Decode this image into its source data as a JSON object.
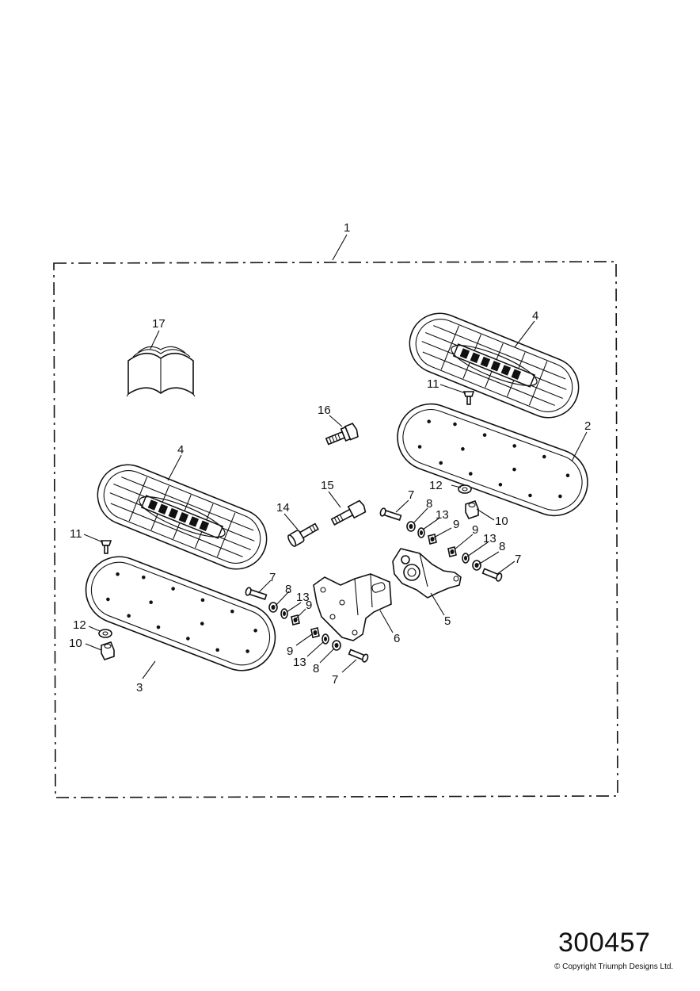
{
  "drawing_number": "300457",
  "copyright": "© Copyright Triumph Designs Ltd.",
  "callouts": [
    "1",
    "2",
    "3",
    "4",
    "4",
    "5",
    "6",
    "7",
    "7",
    "7",
    "7",
    "8",
    "8",
    "8",
    "8",
    "9",
    "9",
    "9",
    "9",
    "10",
    "10",
    "11",
    "11",
    "12",
    "12",
    "13",
    "13",
    "13",
    "13",
    "14",
    "15",
    "16",
    "17"
  ]
}
